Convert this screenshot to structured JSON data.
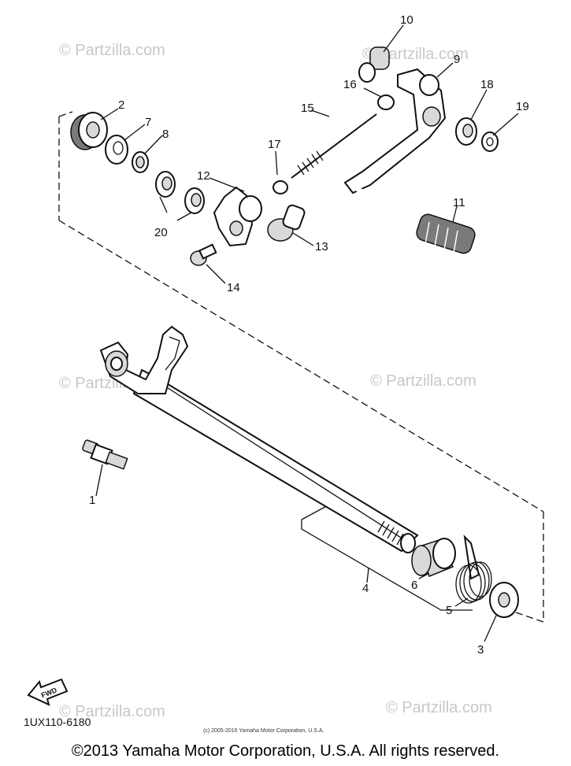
{
  "watermark": {
    "text": "© Partzilla.com"
  },
  "part_code": "1UX110-6180",
  "fwd_label": "FWD",
  "legal_small": "(c) 2005-2016 Yamaha Motor Corporation, U.S.A.",
  "copyright": "©2013 Yamaha Motor Corporation, U.S.A. All rights reserved.",
  "callouts": {
    "c1": "1",
    "c2": "2",
    "c3": "3",
    "c4": "4",
    "c5": "5",
    "c6": "6",
    "c7": "7",
    "c8": "8",
    "c9": "9",
    "c10": "10",
    "c11": "11",
    "c12": "12",
    "c13": "13",
    "c14": "14",
    "c15": "15",
    "c16": "16",
    "c17": "17",
    "c18": "18",
    "c19": "19",
    "c20": "20"
  }
}
